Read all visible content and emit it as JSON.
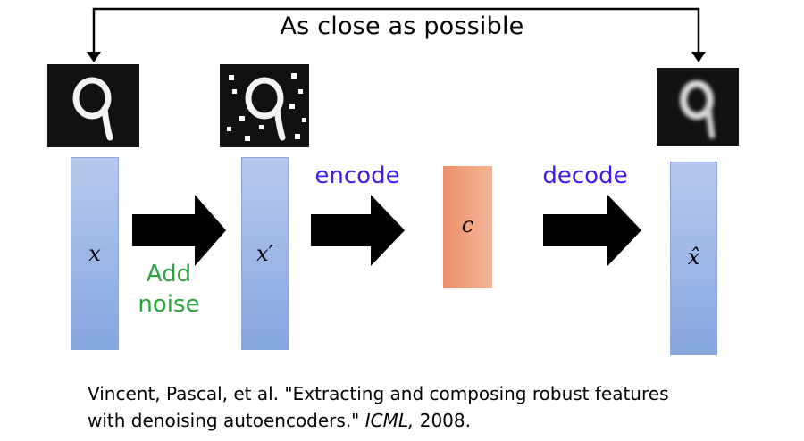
{
  "top_label": "As close as possible",
  "steps": {
    "add_noise_line1": "Add",
    "add_noise_line2": "noise",
    "encode": "encode",
    "decode": "decode"
  },
  "variables": {
    "input": "x",
    "noisy_input": "x′",
    "code": "c",
    "reconstruction": "x̂"
  },
  "citation": {
    "line1": "Vincent, Pascal, et al. \"Extracting and composing robust features",
    "line2_prefix": "with denoising autoencoders.\" ",
    "venue": "ICML,",
    "year_suffix": " 2008."
  },
  "colors": {
    "step_label": "#3a1ee8",
    "noise_label": "#2aa43c",
    "vector_bar": "#9cb6e6",
    "code_bar": "#f1a686"
  }
}
